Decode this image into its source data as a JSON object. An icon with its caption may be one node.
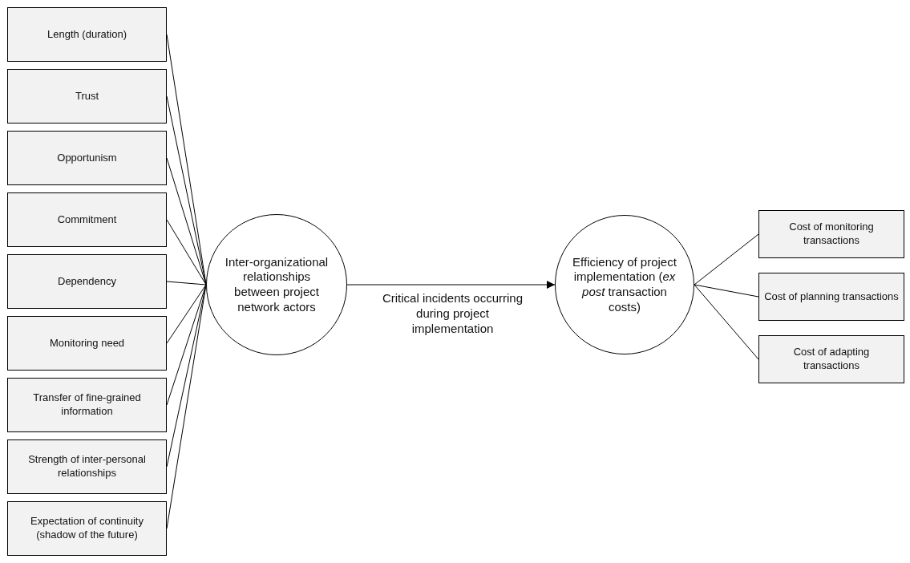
{
  "diagram": {
    "nodes": [
      {
        "text": [
          "Length (duration)"
        ]
      },
      {
        "text": [
          "Trust"
        ]
      },
      {
        "text": [
          "Opportunism"
        ]
      },
      {
        "text": [
          "Commitment"
        ]
      },
      {
        "text": [
          "Dependency"
        ]
      },
      {
        "text": [
          "Monitoring need"
        ]
      },
      {
        "text": [
          "Transfer of fine-grained information"
        ]
      },
      {
        "text": [
          "Strength of inter-personal relationships"
        ]
      },
      {
        "text": [
          "Expectation of continuity (shadow of the future)"
        ]
      },
      {
        "text": [
          "Inter-organizational relationships between project network actors"
        ]
      },
      {
        "text": [
          "Efficiency of project implementation (*ex post* transaction costs)"
        ]
      },
      {
        "text": [
          "Cost of monitoring transactions"
        ]
      },
      {
        "text": [
          "Cost of planning transactions"
        ]
      },
      {
        "text": [
          "Cost of adapting transactions"
        ]
      }
    ],
    "edges": [
      {
        "from": 0,
        "to": 9,
        "arrow": "none"
      },
      {
        "from": 1,
        "to": 9,
        "arrow": "none"
      },
      {
        "from": 2,
        "to": 9,
        "arrow": "none"
      },
      {
        "from": 3,
        "to": 9,
        "arrow": "none"
      },
      {
        "from": 4,
        "to": 9,
        "arrow": "none"
      },
      {
        "from": 5,
        "to": 9,
        "arrow": "none"
      },
      {
        "from": 6,
        "to": 9,
        "arrow": "none"
      },
      {
        "from": 7,
        "to": 9,
        "arrow": "none"
      },
      {
        "from": 8,
        "to": 9,
        "arrow": "none"
      },
      {
        "from": 9,
        "to": 10,
        "arrow": "to",
        "label": "Critical incidents occurring during project implementation"
      },
      {
        "from": 10,
        "to": 11,
        "arrow": "none"
      },
      {
        "from": 10,
        "to": 12,
        "arrow": "none"
      },
      {
        "from": 10,
        "to": 13,
        "arrow": "none"
      }
    ]
  }
}
